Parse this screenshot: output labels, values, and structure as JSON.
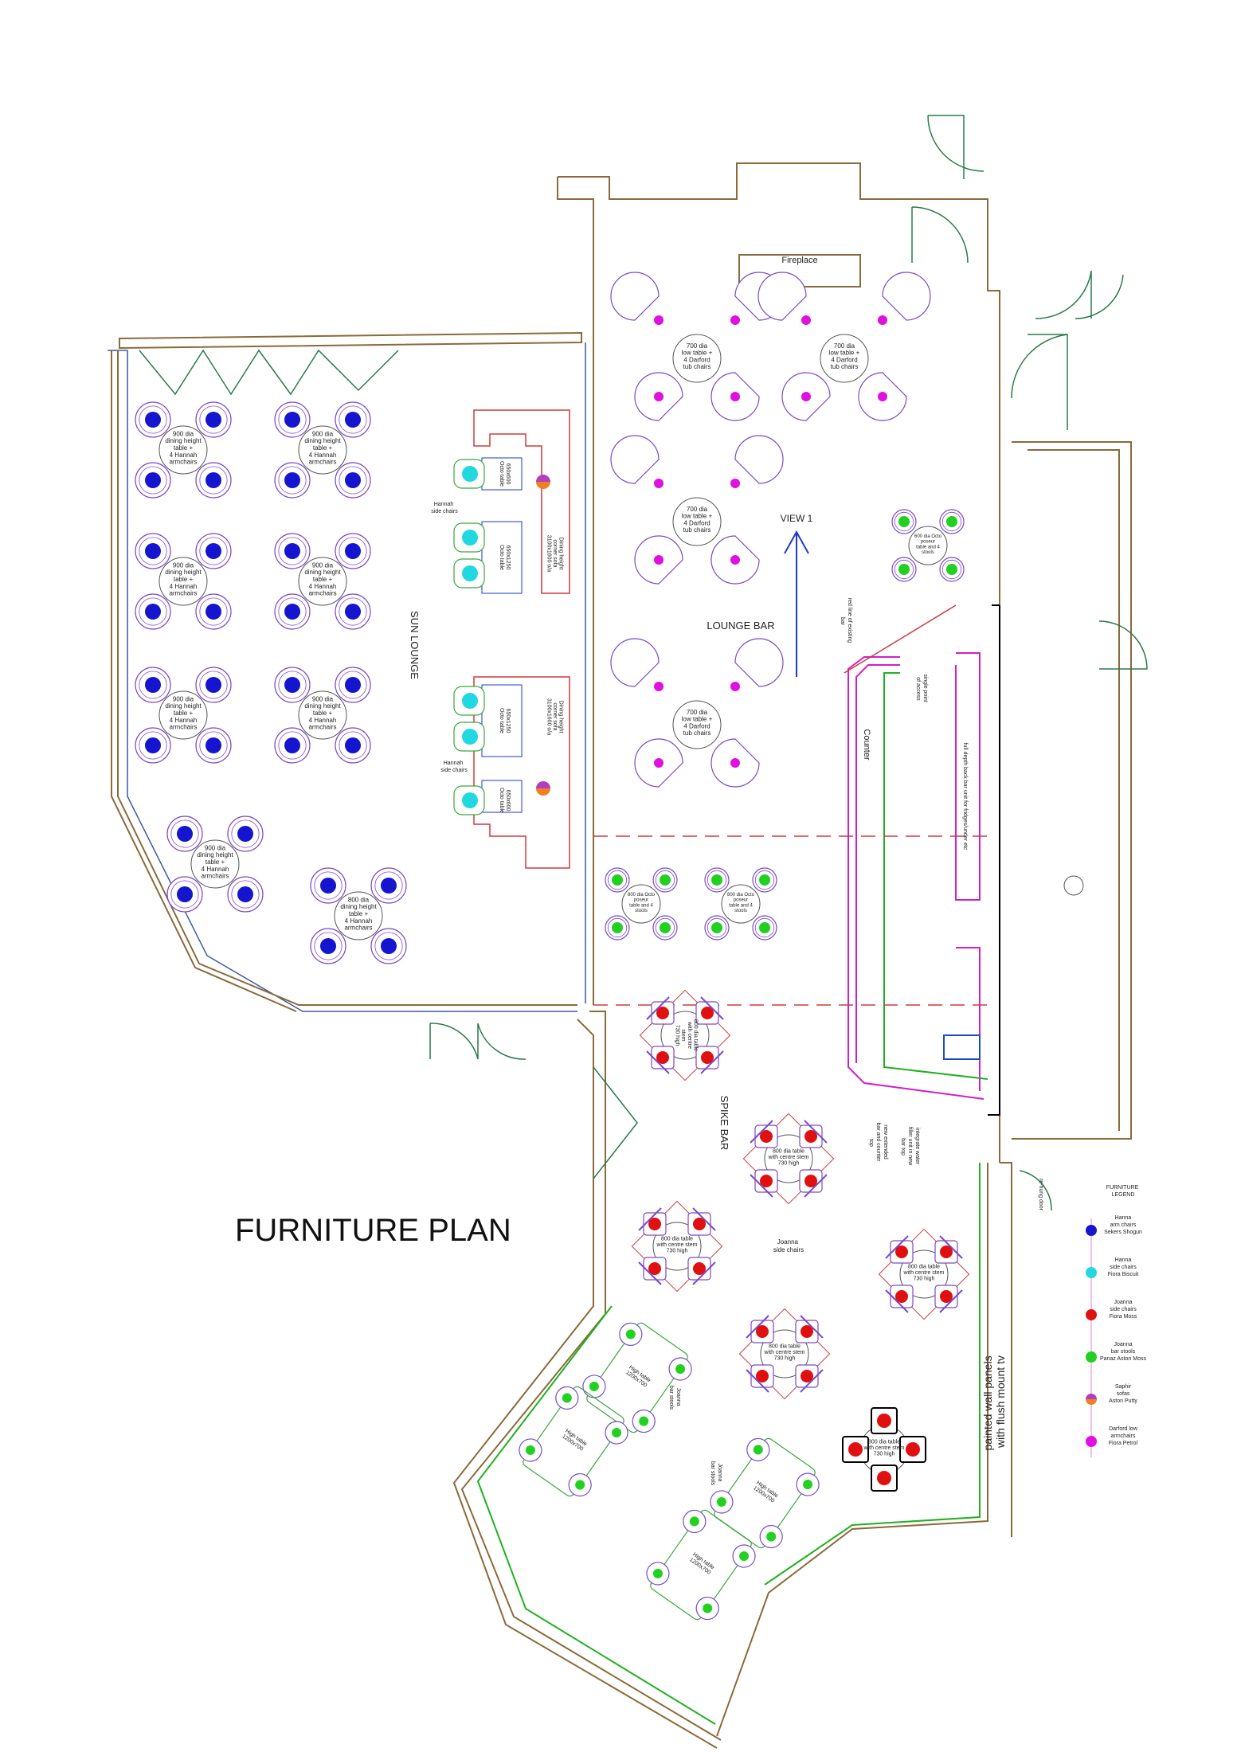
{
  "title": "FURNITURE PLAN",
  "rooms": {
    "sun_lounge": "SUN LOUNGE",
    "lounge_bar": "LOUNGE BAR",
    "spike_bar": "SPIKE BAR",
    "fireplace": "Fireplace",
    "view": "VIEW 1",
    "counter": "Counter"
  },
  "table_labels": {
    "hannah_900": [
      "900 dia",
      "dining height",
      "table +",
      "4 Hannah",
      "armchairs"
    ],
    "hannah_800": [
      "800 dia",
      "dining height",
      "table +",
      "4 Hannah",
      "armchairs"
    ],
    "darford_700": [
      "700 dia",
      "low table +",
      "4 Darford",
      "tub chairs"
    ],
    "octo_600": [
      "600 dia Octo",
      "poseur",
      "table and 4",
      "stools"
    ],
    "octo_800": [
      "800 dia Octo",
      "poseur",
      "table and 4",
      "stools"
    ],
    "joanna_800": [
      "800 dia table",
      "with centre stem",
      "730 high"
    ],
    "high_table": [
      "High table",
      "1200x700"
    ],
    "octo_650x600": [
      "650x600",
      "Octo table"
    ],
    "octo_650x1250": [
      "650x1250",
      "Octo table"
    ],
    "sofa": [
      "Dining height",
      "corner sofa",
      "3100x1600 o/a"
    ],
    "side_800": [
      "800 dia table",
      "with centre",
      "stem",
      "730 high"
    ]
  },
  "notes": {
    "hannah_side_chairs": [
      "Hannah",
      "side chairs"
    ],
    "joanna_side_chairs": [
      "Joanna",
      "side chairs"
    ],
    "joanna_bar_stools": [
      "Joanna",
      "bar stools"
    ],
    "red_line": [
      "red line of existing",
      "bar"
    ],
    "single_point": [
      "single point",
      "of access"
    ],
    "back_bar": "full depth back bar unit for fridges/under etc",
    "new_bar": [
      "new extended",
      "bar and counter",
      "top"
    ],
    "water_filler": [
      "integrate water",
      "filler unit in new",
      "bar top"
    ],
    "rehung_door": "re-hung door",
    "wall_panels": [
      "painted wall panels",
      "with flush mount tv"
    ]
  },
  "legend": {
    "title": [
      "FURNITURE",
      "LEGEND"
    ],
    "items": [
      {
        "color": "#1515d0",
        "lines": [
          "Hanna",
          "arm chairs",
          "Sekers Shogun"
        ]
      },
      {
        "color": "#22d8e0",
        "lines": [
          "Hanna",
          "side chairs",
          "Fiora Biscuit"
        ]
      },
      {
        "color": "#e01010",
        "lines": [
          "Joanna",
          "side chairs",
          "Fiora Moss"
        ]
      },
      {
        "color": "#22d022",
        "lines": [
          "Joanna",
          "bar stools",
          "Panaz Aston Moss"
        ]
      },
      {
        "color": "#b040c0",
        "color2": "#f08020",
        "lines": [
          "Saphir",
          "sofas",
          "Aston Putty"
        ]
      },
      {
        "color": "#e010e0",
        "lines": [
          "Darford low",
          "armchairs",
          "Fiora Petrol"
        ]
      }
    ]
  },
  "colors": {
    "hannah_arm": "#1515d0",
    "hannah_side": "#22d8e0",
    "joanna_side": "#e01010",
    "joanna_stool": "#22d022",
    "darford": "#e010e0"
  }
}
